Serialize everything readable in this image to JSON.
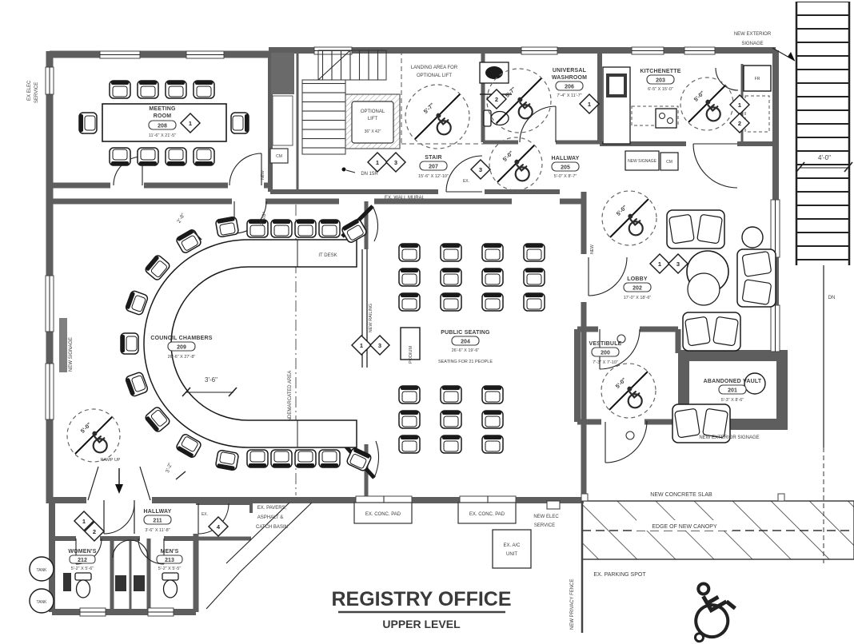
{
  "title": {
    "main": "REGISTRY OFFICE",
    "sub": "UPPER LEVEL"
  },
  "rooms": {
    "meeting": {
      "line1": "MEETING",
      "line2": "ROOM",
      "number": "208",
      "dims": "11'-6\" X 21'-5\""
    },
    "stair": {
      "name": "STAIR",
      "number": "207",
      "dims": "15'-6\" X 12'-10\""
    },
    "universal_washroom": {
      "line1": "UNIVERSAL",
      "line2": "WASHROOM",
      "number": "206",
      "dims": "7'-4\" X 11'-7\""
    },
    "kitchenette": {
      "name": "KITCHENETTE",
      "number": "203",
      "dims": "6'-5\" X 15'-0\""
    },
    "hallway205": {
      "name": "HALLWAY",
      "number": "205",
      "dims": "5'-0\" X 8'-7\""
    },
    "council": {
      "name": "COUNCIL CHAMBERS",
      "number": "209",
      "dims": "26'-6\" X 27'-8\""
    },
    "public_seating": {
      "name": "PUBLIC SEATING",
      "number": "204",
      "dims": "26'-6\" X 19'-6\"",
      "note": "SEATING FOR 21 PEOPLE"
    },
    "lobby": {
      "name": "LOBBY",
      "number": "202",
      "dims": "17'-0\" X 18'-6\""
    },
    "vestibule": {
      "name": "VESTIBULE",
      "number": "200",
      "dims": "7'-3\" X 7'-10\""
    },
    "vault": {
      "name": "ABANDONED VAULT",
      "number": "201",
      "dims": "5'-3\" X 8'-6\""
    },
    "hallway211": {
      "name": "HALLWAY",
      "number": "211",
      "dims": "3'-6\" X 11'-8\""
    },
    "womens": {
      "name": "WOMEN'S",
      "number": "212",
      "dims": "5'-2\" X 5'-6\""
    },
    "mens": {
      "name": "MEN'S",
      "number": "213",
      "dims": "5'-2\" X 5'-5\""
    }
  },
  "annotations": {
    "landing1": "LANDING AREA FOR",
    "landing2": "OPTIONAL LIFT",
    "lift1": "OPTIONAL",
    "lift2": "LIFT",
    "lift_size": "36\" X 42\"",
    "dn15r": "DN 15R",
    "wall_mural": "EX. WALL MURAL",
    "it_desk": "IT DESK",
    "podium": "PODIUM",
    "undemarcated": "EDGE OF UNDEMARCATED AREA",
    "new_railing": "NEW RAILING",
    "new_signage": "NEW SIGNAGE",
    "cm": "CM",
    "fr": "FR",
    "ex_elec1": "EX ELEC",
    "ex_elec2": "SERVICE",
    "ramp_up": "RAMP UP",
    "tank": "TANK",
    "pavers1": "EX. PAVERS,",
    "pavers2": "ASPHALT &",
    "pavers3": "CATCH BASIN",
    "conc_pad": "EX. CONC. PAD",
    "elec1": "NEW ELEC",
    "elec2": "SERVICE",
    "ac1": "EX. A/C",
    "ac2": "UNIT",
    "slab": "NEW CONCRETE SLAB",
    "canopy": "EDGE OF NEW CANOPY",
    "parking": "EX. PARKING SPOT",
    "fence": "NEW PRIVACY FENCE",
    "ext1": "NEW EXTERIOR",
    "ext2": "SIGNAGE",
    "ext_vault": "NEW EXTERIOR SIGNAGE",
    "dn": "DN",
    "ex": "EX.",
    "new_lbl": "NEW"
  },
  "dimensions": {
    "d28": "2'-8\"",
    "d210": "2'-10\"",
    "d36": "3'-6\"",
    "d32": "3'-2\"",
    "d40": "4'-0\""
  },
  "circles": {
    "r57": "5'-7\"",
    "r50": "5'-0\""
  },
  "markers": {
    "m1": "1",
    "m2": "2",
    "m3": "3",
    "m4": "4"
  }
}
